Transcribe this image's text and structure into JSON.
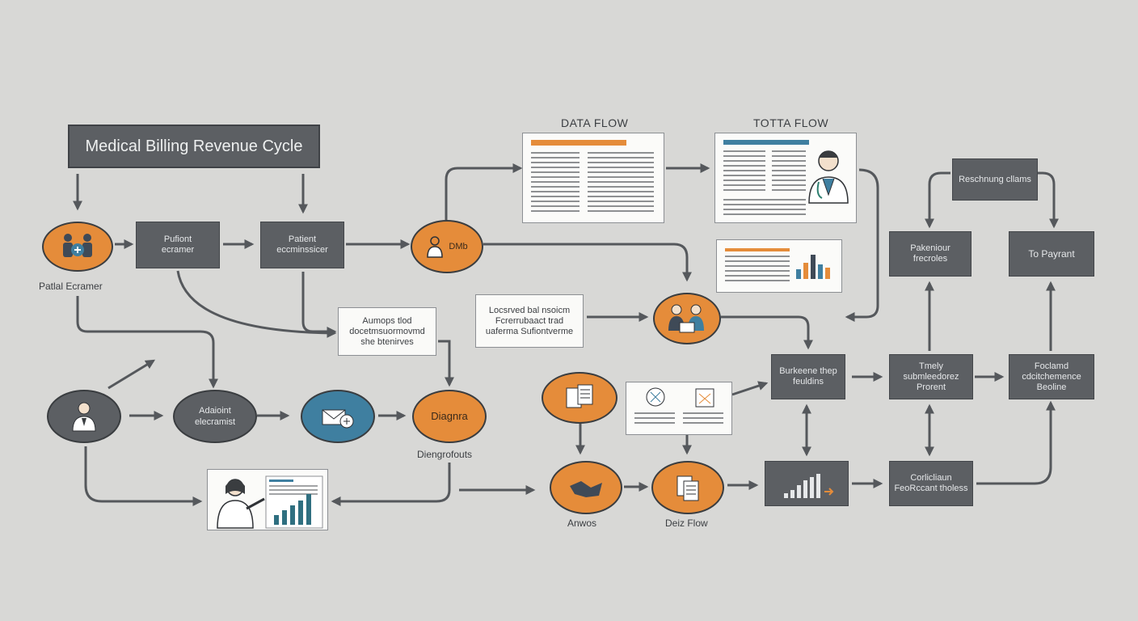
{
  "title": "Medical Billing Revenue Cycle",
  "data_flow_titles": [
    "DATA FLOW",
    "TOTTA FLOW"
  ],
  "circle_labels": {
    "patient_encounter": "Patlal Ecramer",
    "diagnosis_below": "Diengrofouts",
    "arrows_label": "Anwos",
    "data_flow_label": "Deiz Flow"
  },
  "boxes": {
    "patient_encounter": "Pufiont\necramer",
    "patient_ecommissioner": "Patient\neccminssicer",
    "resubmit_claims": "Reschnung cllams",
    "patient_balances": "Pakeniour frecroles",
    "to_payment": "To Payrant",
    "billing_reports": "Burkeene thep\nfeuldins",
    "timely_submission": "Tmely\nsubmleedorez\nProrent",
    "final_settlement": "Foclamd\ncdcitchemence\nBeoline",
    "collection_accounts": "Corlicliaun\nFeoRccant tholess"
  },
  "circles": {
    "admin_encounter": "Adaioint\nelecramist",
    "diagnosis": "Diagnra",
    "doctor_dmb": "DMb"
  },
  "notes": {
    "accurate_documentation": "Aumops tlod\ndocetmsuormovmd\nshe btenirves",
    "coded_services": "Locsrved bal nsoicm\nFcrerrubaact trad\nuaferma Sufiontverme"
  },
  "colors": {
    "background": "#d8d8d6",
    "box": "#5c5f63",
    "orange": "#e58c3a",
    "blue": "#3f7fa0",
    "arrow": "#55585c"
  }
}
